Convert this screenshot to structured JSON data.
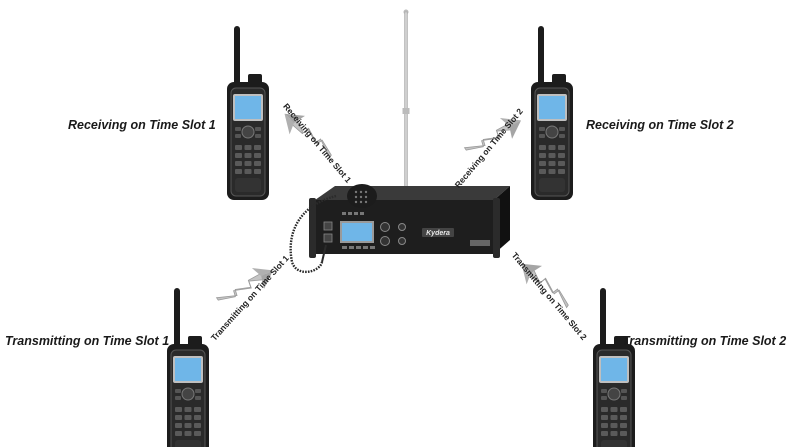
{
  "captions": {
    "top_left": "Receiving on Time Slot 1",
    "top_right": "Receiving on Time Slot 2",
    "bottom_left": "Transmitting on Time Slot 1",
    "bottom_right": "Transmitting on Time Slot 2"
  },
  "signal_labels": {
    "top_left": "Receiving on Time Slot 1",
    "top_right": "Receiving on Time Slot 2",
    "bottom_left": "Transmitting on Time Slot 1",
    "bottom_right": "Transmitting on Time Slot 2"
  },
  "repeater": {
    "brand": "Kydera"
  },
  "icons": [
    "handheld-radio-icon",
    "repeater-icon",
    "antenna-icon",
    "microphone-icon",
    "signal-arrow-icon"
  ],
  "colors": {
    "radio_body": "#1c1c1c",
    "screen": "#6fb6e8",
    "arrow_gray": "#b5b5b5"
  }
}
